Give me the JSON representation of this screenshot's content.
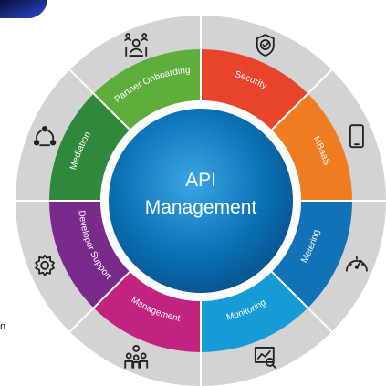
{
  "center": {
    "line1": "API",
    "line2": "Management"
  },
  "segments": [
    {
      "label": "Partner Onboarding",
      "color": "#5fae3b",
      "icon": "partner-network-icon"
    },
    {
      "label": "Security",
      "color": "#e8432b",
      "icon": "shield-check-icon"
    },
    {
      "label": "MBaaS",
      "color": "#f07c22",
      "icon": "smartphone-icon"
    },
    {
      "label": "Metering",
      "color": "#1172b8",
      "icon": "gauge-icon"
    },
    {
      "label": "Monitoring",
      "color": "#159bd6",
      "icon": "monitor-chart-icon"
    },
    {
      "label": "Management",
      "color": "#c2237f",
      "icon": "team-people-icon"
    },
    {
      "label": "Developer Support",
      "color": "#7a2a8a",
      "icon": "gear-icon"
    },
    {
      "label": "Mediation",
      "color": "#2e8a3a",
      "icon": "share-nodes-icon"
    }
  ],
  "edge_text": "n",
  "colors": {
    "outer_ring": "#d3d3d3",
    "center_blue": "#0b72b5",
    "icon_color": "#222222",
    "banner": "#1a2a6c"
  }
}
